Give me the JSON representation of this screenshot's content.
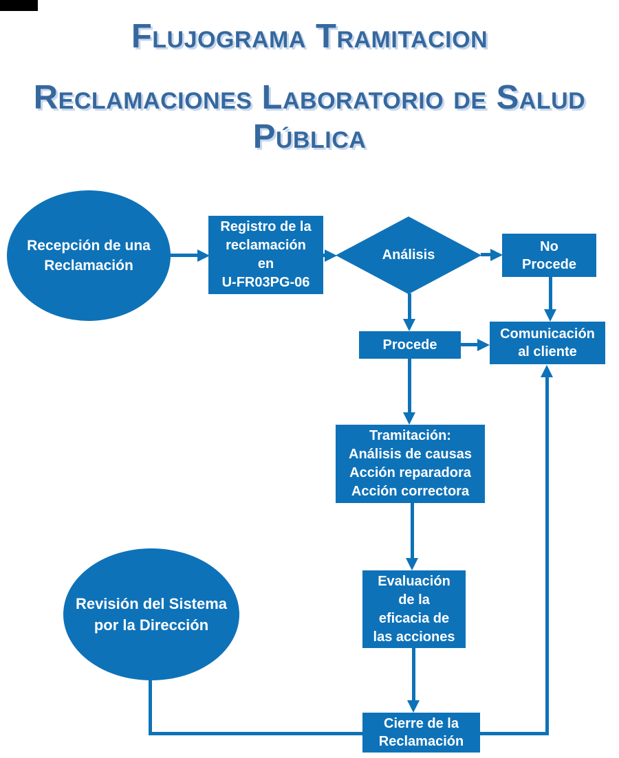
{
  "title": {
    "line1": "Flujograma Tramitacion",
    "line2": "Reclamaciones Laboratorio de Salud Pública"
  },
  "colors": {
    "shape_fill": "#0e72b8",
    "shape_text": "#ffffff",
    "connector": "#0e72b8",
    "title_text": "#36689e",
    "title_shadow": "#c8d8ec",
    "corner_mark": "#000000"
  },
  "nodes": {
    "recepcion": {
      "type": "ellipse",
      "lines": [
        "Recepción de una",
        "Reclamación"
      ]
    },
    "registro": {
      "type": "rect",
      "lines": [
        "Registro de la",
        "reclamación",
        "en",
        "U-FR03PG-06"
      ]
    },
    "analisis": {
      "type": "diamond",
      "lines": [
        "Análisis"
      ]
    },
    "no_procede": {
      "type": "rect",
      "lines": [
        "No",
        "Procede"
      ]
    },
    "procede": {
      "type": "rect",
      "lines": [
        "Procede"
      ]
    },
    "comunicacion": {
      "type": "rect",
      "lines": [
        "Comunicación",
        "al cliente"
      ]
    },
    "tramitacion": {
      "type": "rect",
      "lines": [
        "Tramitación:",
        "Análisis de causas",
        "Acción reparadora",
        "Acción correctora"
      ]
    },
    "evaluacion": {
      "type": "rect",
      "lines": [
        "Evaluación",
        "de la",
        "eficacia de",
        "las acciones"
      ]
    },
    "revision": {
      "type": "ellipse",
      "lines": [
        "Revisión del Sistema",
        "por la Dirección"
      ]
    },
    "cierre": {
      "type": "rect",
      "lines": [
        "Cierre de la",
        "Reclamación"
      ]
    }
  },
  "edges": [
    {
      "from": "recepcion",
      "to": "registro",
      "arrow": true
    },
    {
      "from": "registro",
      "to": "analisis",
      "arrow": true
    },
    {
      "from": "analisis",
      "to": "no_procede",
      "arrow": true
    },
    {
      "from": "analisis",
      "to": "procede",
      "arrow": true
    },
    {
      "from": "no_procede",
      "to": "comunicacion",
      "arrow": true
    },
    {
      "from": "procede",
      "to": "comunicacion",
      "arrow": true
    },
    {
      "from": "procede",
      "to": "tramitacion",
      "arrow": true
    },
    {
      "from": "tramitacion",
      "to": "evaluacion",
      "arrow": true
    },
    {
      "from": "evaluacion",
      "to": "cierre",
      "arrow": true
    },
    {
      "from": "revision",
      "to": "cierre",
      "arrow": false
    },
    {
      "from": "cierre",
      "to": "comunicacion",
      "arrow": true
    }
  ]
}
